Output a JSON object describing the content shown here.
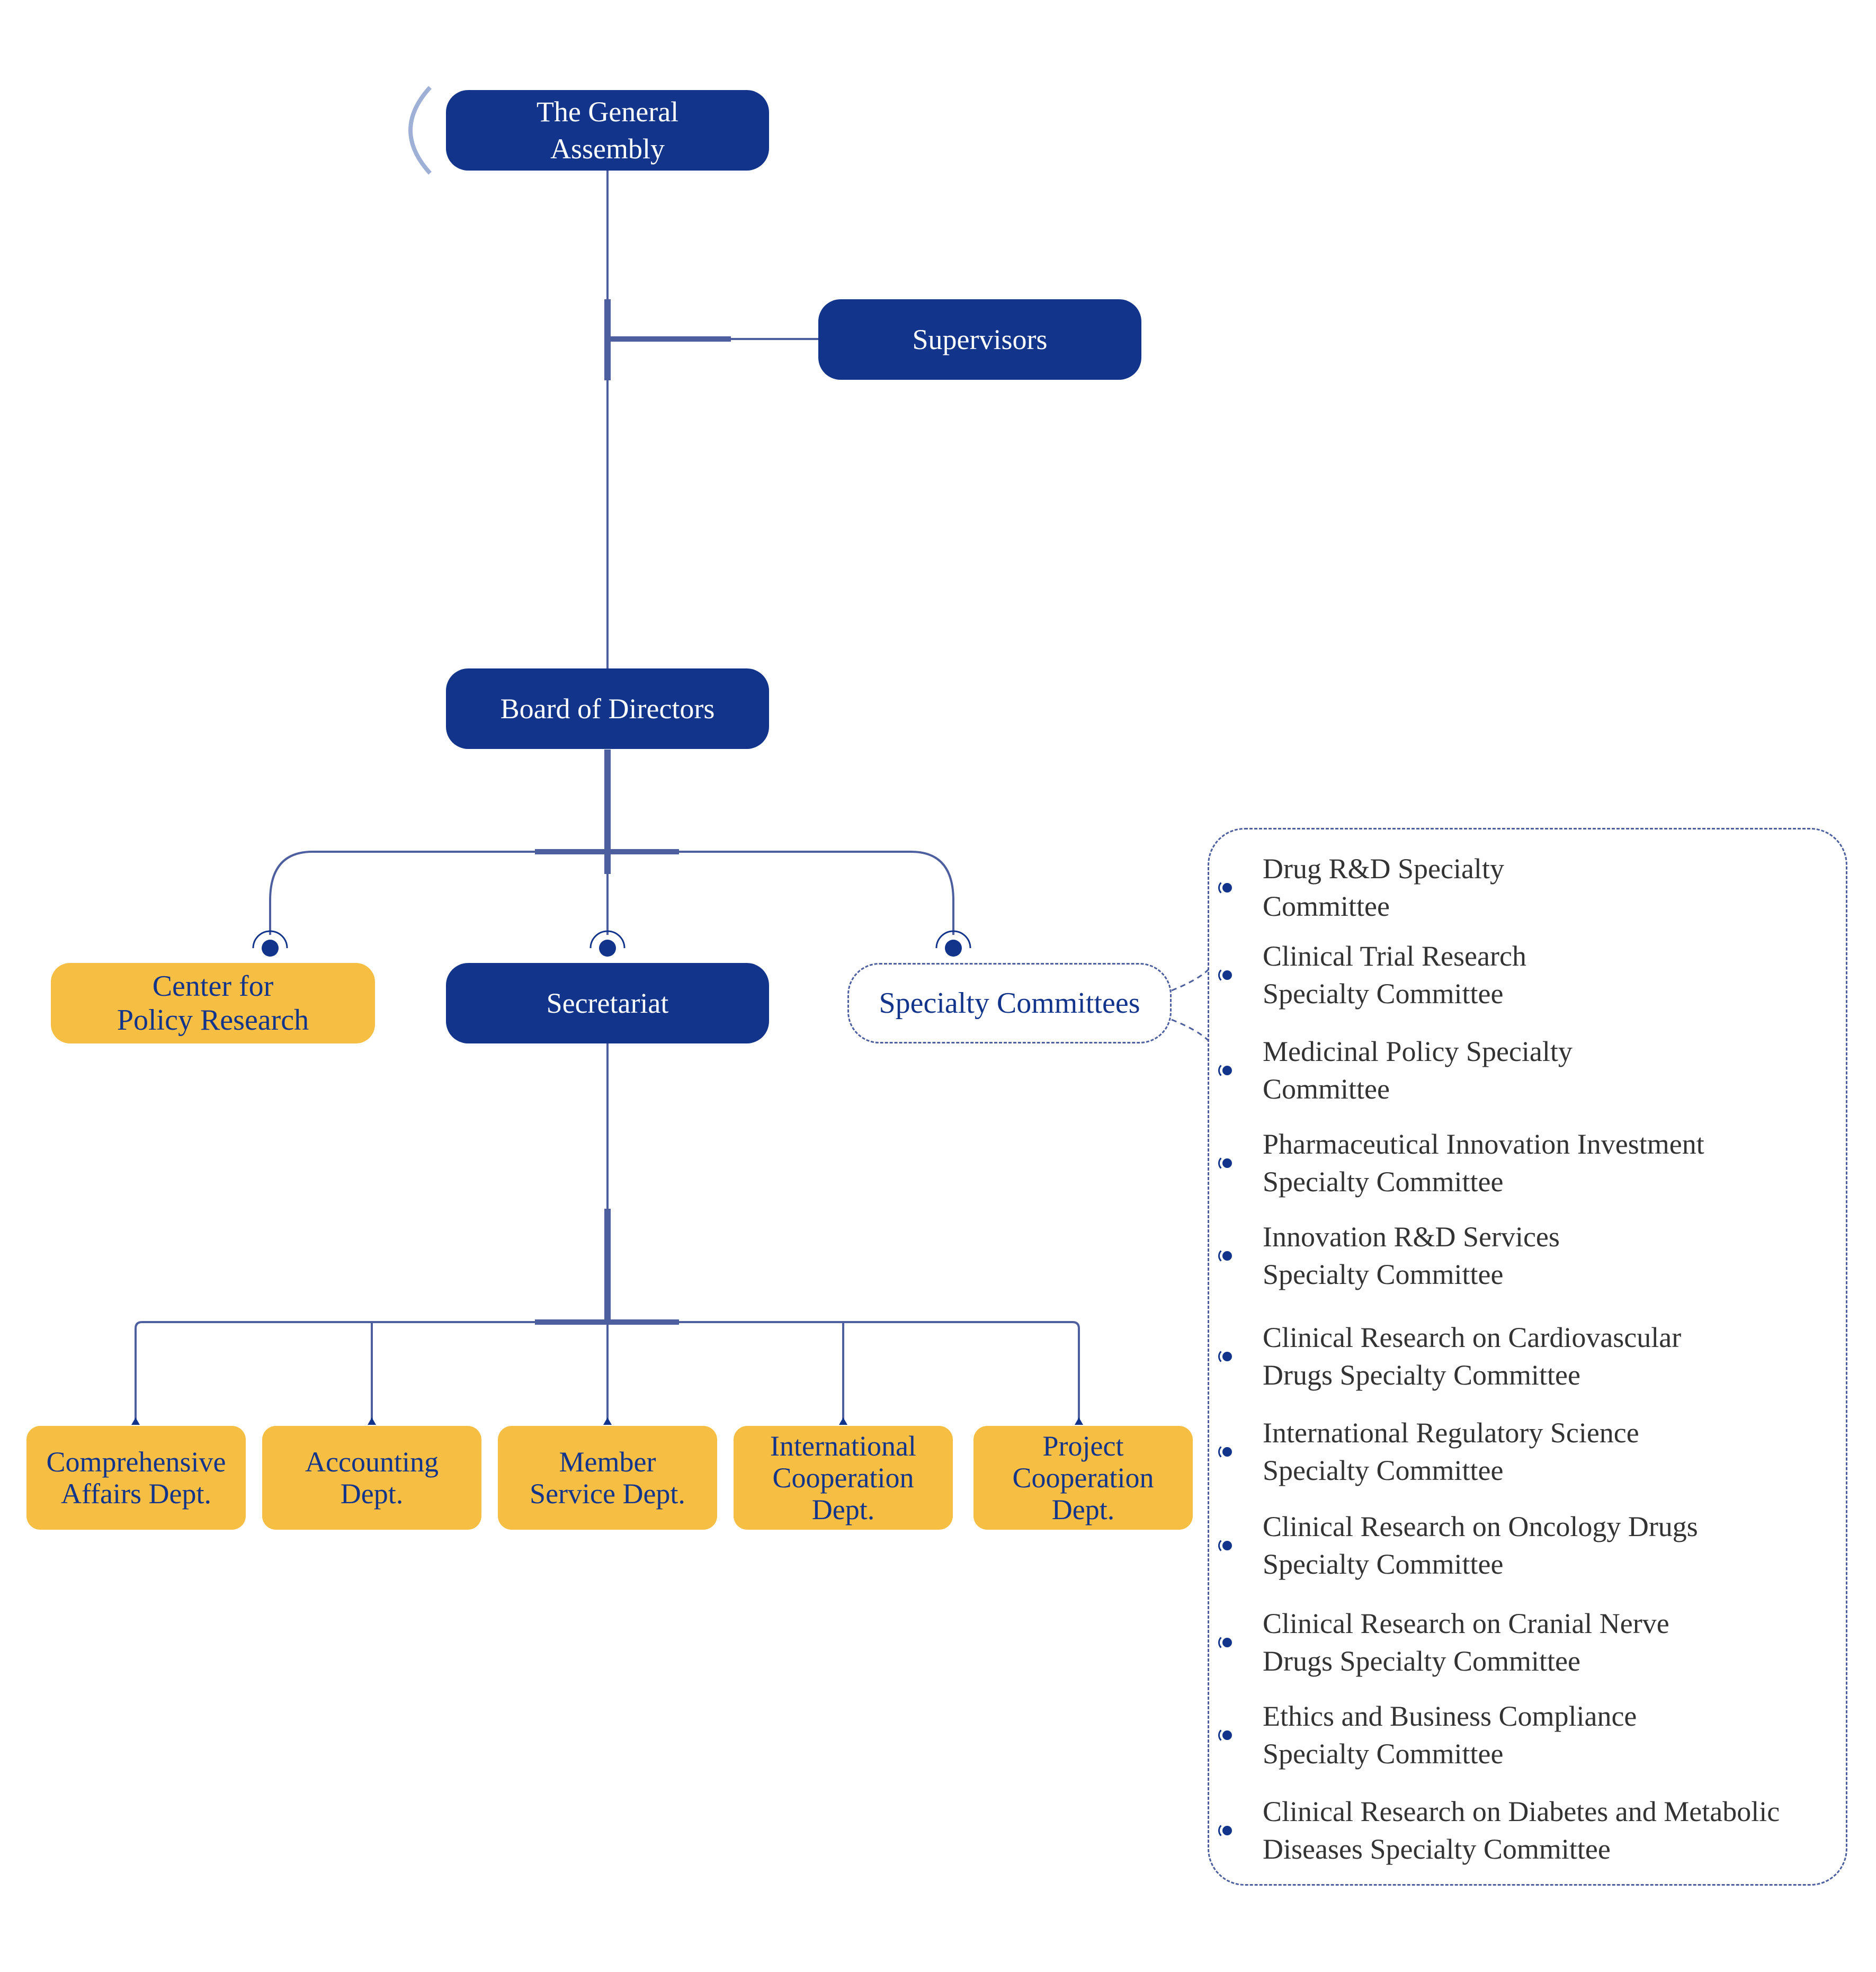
{
  "colors": {
    "primary": "#12358b",
    "accent": "#f6be42",
    "text": "#333333",
    "line": "#4d5f9e"
  },
  "nodes": {
    "general_assembly": "The General\nAssembly",
    "supervisors": "Supervisors",
    "board": "Board of Directors",
    "policy_center": "Center for\nPolicy Research",
    "secretariat": "Secretariat",
    "specialty": "Specialty Committees"
  },
  "departments": [
    "Comprehensive\nAffairs Dept.",
    "Accounting\nDept.",
    "Member\nService Dept.",
    "International\nCooperation\nDept.",
    "Project\nCooperation\nDept."
  ],
  "committees": [
    "Drug R&D Specialty\nCommittee",
    "Clinical Trial Research\nSpecialty Committee",
    "Medicinal Policy Specialty\nCommittee",
    "Pharmaceutical Innovation Investment\nSpecialty Committee",
    "Innovation R&D Services\nSpecialty Committee",
    "Clinical Research on Cardiovascular\nDrugs Specialty Committee",
    "International Regulatory Science\nSpecialty Committee",
    "Clinical Research on Oncology Drugs\nSpecialty Committee",
    "Clinical Research on Cranial Nerve\nDrugs Specialty Committee",
    "Ethics and Business Compliance\nSpecialty Committee",
    "Clinical Research on Diabetes and Metabolic\nDiseases Specialty Committee"
  ]
}
